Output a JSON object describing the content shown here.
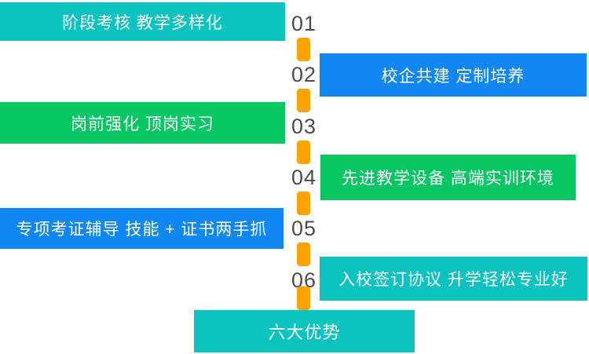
{
  "colors": {
    "teal": "#0bc4c0",
    "green": "#07c763",
    "blue": "#1187f4",
    "orange": "#ffa303",
    "number_gray": "#4c4c4c"
  },
  "diagram": {
    "title": "六大优势",
    "steps": [
      {
        "num": "01",
        "label": "阶段考核 教学多样化",
        "side": "left",
        "color": "teal"
      },
      {
        "num": "02",
        "label": "校企共建 定制培养",
        "side": "right",
        "color": "blue"
      },
      {
        "num": "03",
        "label": "岗前强化 顶岗实习",
        "side": "left",
        "color": "green"
      },
      {
        "num": "04",
        "label": "先进教学设备 高端实训环境",
        "side": "right",
        "color": "green"
      },
      {
        "num": "05",
        "label": "专项考证辅导 技能 + 证书两手抓",
        "side": "left",
        "color": "blue"
      },
      {
        "num": "06",
        "label": "入校签订协议 升学轻松专业好",
        "side": "right",
        "color": "teal"
      }
    ]
  }
}
